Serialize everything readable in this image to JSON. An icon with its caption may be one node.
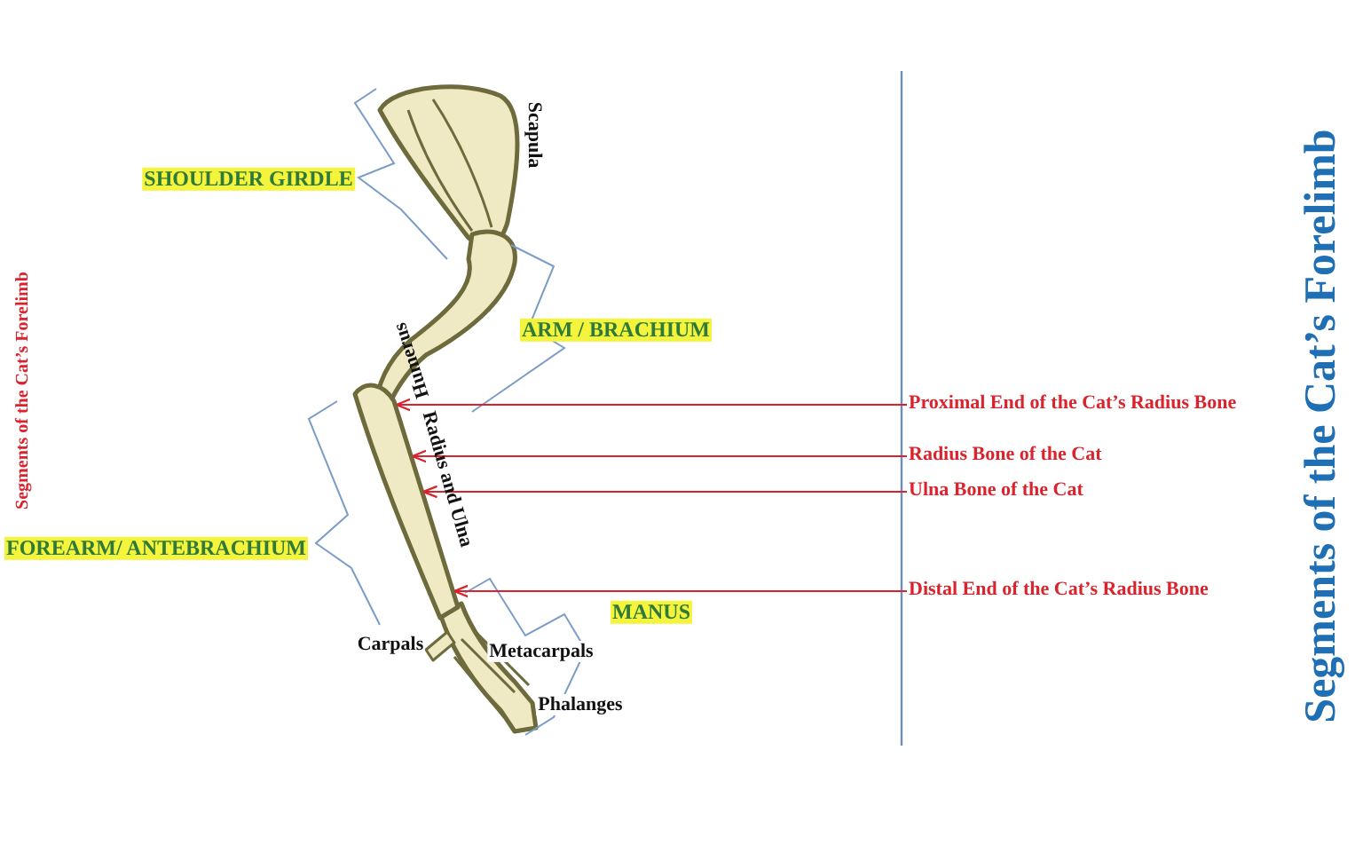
{
  "diagram": {
    "title": "Segments of the Cat’s Forelimb",
    "nodes": [
      {
        "text": [
          "Proximal End  of the Cat’s Radius Bone"
        ]
      },
      {
        "text": [
          "Radius Bone of the Cat"
        ]
      },
      {
        "text": [
          "Ulna Bone of the Cat"
        ]
      },
      {
        "text": [
          "Distal End of the Cat’s Radius Bone"
        ]
      },
      {
        "text": [],
        "shape": "picture"
      }
    ],
    "edges": [
      {
        "from": 0,
        "to": 4,
        "arrow": "to"
      },
      {
        "from": 1,
        "to": 4,
        "arrow": "to"
      },
      {
        "from": 2,
        "to": 4,
        "arrow": "to"
      },
      {
        "from": 3,
        "to": 4,
        "arrow": "to"
      }
    ],
    "labels": [
      "Scapula",
      "SHOULDER GIRDLE",
      "Segments of the Cat’s Forelimb",
      "ARM / BRACHIUM",
      "Humerus",
      "Radius and Ulna",
      "FOREARM/ ANTEBRACHIUM",
      "MANUS",
      "Carpals",
      "Metacarpals",
      "Phalanges"
    ]
  }
}
